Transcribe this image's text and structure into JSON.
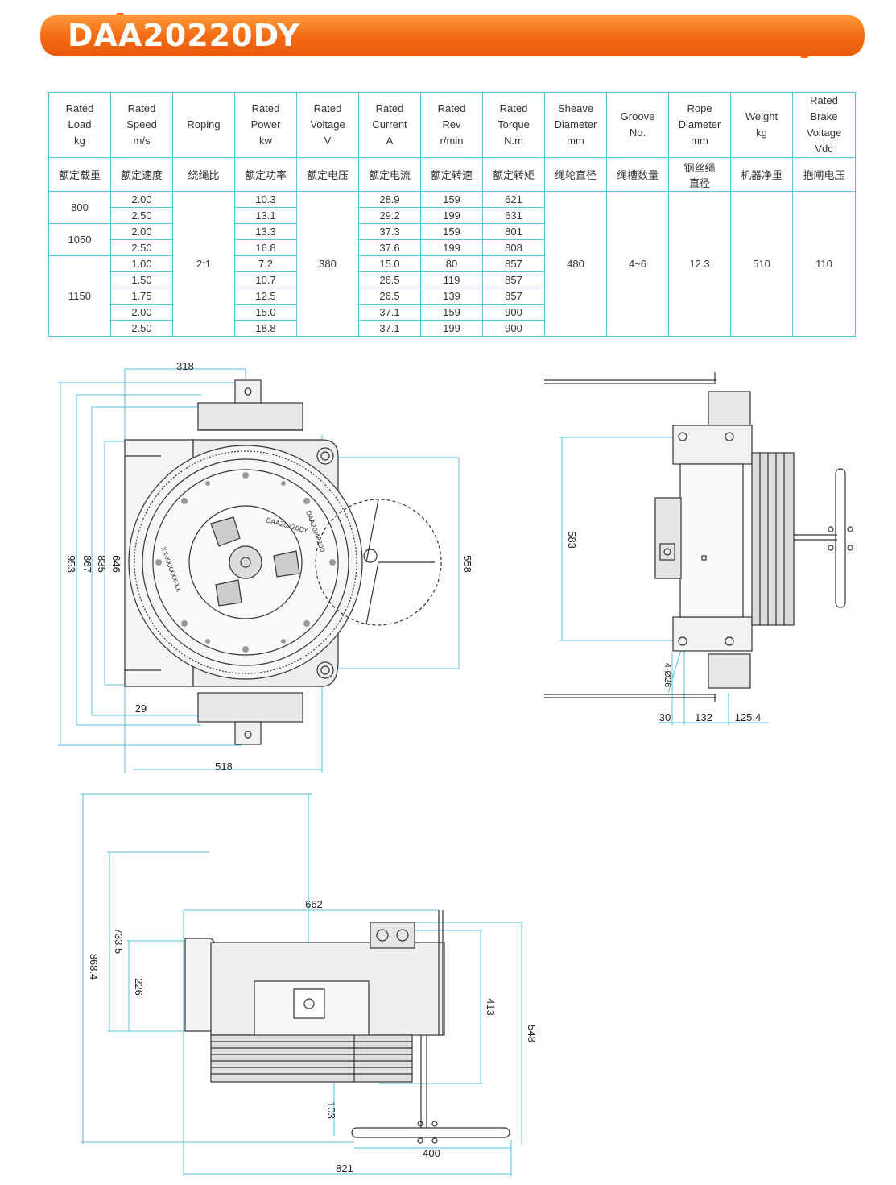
{
  "header": {
    "title": "DAA20220DY"
  },
  "table": {
    "headers_en": [
      [
        "Rated",
        "Load",
        "kg"
      ],
      [
        "Rated",
        "Speed",
        "m/s"
      ],
      [
        "Roping"
      ],
      [
        "Rated",
        "Power",
        "kw"
      ],
      [
        "Rated",
        "Voltage",
        "V"
      ],
      [
        "Rated",
        "Current",
        "A"
      ],
      [
        "Rated",
        "Rev",
        "r/min"
      ],
      [
        "Rated",
        "Torque",
        "N.m"
      ],
      [
        "Sheave",
        "Diameter",
        "mm"
      ],
      [
        "Groove",
        "No."
      ],
      [
        "Rope",
        "Diameter",
        "mm"
      ],
      [
        "Weight",
        "kg"
      ],
      [
        "Rated",
        "Brake",
        "Voltage",
        "Vdc"
      ]
    ],
    "headers_cn": [
      "额定载重",
      "额定速度",
      "绕绳比",
      "额定功率",
      "额定电压",
      "额定电流",
      "额定转速",
      "额定转矩",
      "绳轮直径",
      "绳槽数量",
      "钢丝绳\n直径",
      "机器净重",
      "抱闸电压"
    ],
    "loads": [
      {
        "value": "800",
        "rows": 2
      },
      {
        "value": "1050",
        "rows": 2
      },
      {
        "value": "1150",
        "rows": 5
      }
    ],
    "rows": [
      {
        "speed": "2.00",
        "power": "10.3",
        "current": "28.9",
        "rev": "159",
        "torque": "621"
      },
      {
        "speed": "2.50",
        "power": "13.1",
        "current": "29.2",
        "rev": "199",
        "torque": "631"
      },
      {
        "speed": "2.00",
        "power": "13.3",
        "current": "37.3",
        "rev": "159",
        "torque": "801"
      },
      {
        "speed": "2.50",
        "power": "16.8",
        "current": "37.6",
        "rev": "199",
        "torque": "808"
      },
      {
        "speed": "1.00",
        "power": "7.2",
        "current": "15.0",
        "rev": "80",
        "torque": "857"
      },
      {
        "speed": "1.50",
        "power": "10.7",
        "current": "26.5",
        "rev": "119",
        "torque": "857"
      },
      {
        "speed": "1.75",
        "power": "12.5",
        "current": "26.5",
        "rev": "139",
        "torque": "857"
      },
      {
        "speed": "2.00",
        "power": "15.0",
        "current": "37.1",
        "rev": "159",
        "torque": "900"
      },
      {
        "speed": "2.50",
        "power": "18.8",
        "current": "37.1",
        "rev": "199",
        "torque": "900"
      }
    ],
    "shared": {
      "roping": "2:1",
      "voltage": "380",
      "sheave": "480",
      "grooves": "4~6",
      "rope": "12.3",
      "weight": "510",
      "brake": "110"
    }
  },
  "drawings": {
    "front": {
      "dims": {
        "top": "318",
        "bottom": "518",
        "left_outer": "953",
        "left_2": "867",
        "left_3": "835",
        "left_4": "646",
        "right": "558",
        "small": "29"
      },
      "nameplate_1": "DAA20220DY",
      "nameplate_2": "DAA20MP200",
      "serial": "XX-XXXXXX-XX"
    },
    "side": {
      "dims": {
        "height": "583",
        "bottom_1": "30",
        "bottom_2": "132",
        "bottom_3": "125.4",
        "holes": "4-Ø26"
      }
    },
    "top": {
      "dims": {
        "width_top": "662",
        "h_outer": "868.4",
        "h_2": "733.5",
        "h_3": "226",
        "right_1": "413",
        "right_2": "548",
        "bottom_w": "821",
        "bottom_h": "103",
        "bottom_400": "400"
      }
    }
  },
  "colors": {
    "accent": "#f07a1a",
    "line": "#4fc3e0"
  }
}
